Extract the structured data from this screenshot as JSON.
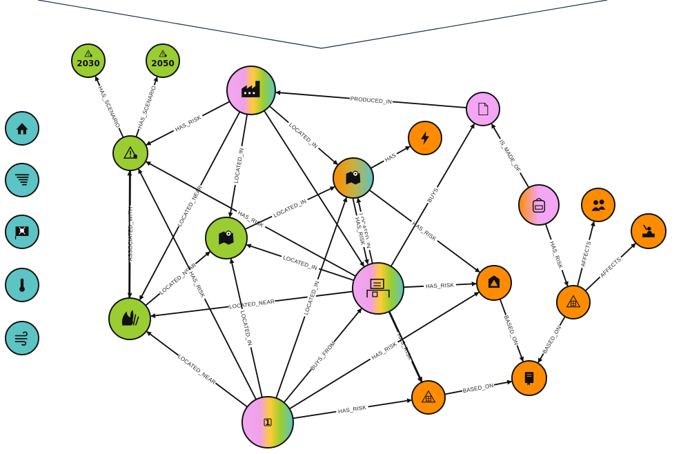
{
  "legend": [
    {
      "id": "flood",
      "icon": "house-flood-icon"
    },
    {
      "id": "storm",
      "icon": "tornado-icon"
    },
    {
      "id": "piracy",
      "icon": "pirate-flag-icon"
    },
    {
      "id": "heat",
      "icon": "thermometer-icon"
    },
    {
      "id": "wind",
      "icon": "wind-icon"
    }
  ],
  "colors": {
    "green": "#9acd32",
    "orange": "#ff8c00",
    "pink": "#f3a6f3",
    "legend": "#5cc4c4"
  },
  "nodes": [
    {
      "id": "s2030",
      "fill": "green",
      "icon": "warning-small-icon",
      "label": "2030"
    },
    {
      "id": "s2050",
      "fill": "green",
      "icon": "warning-small-icon",
      "label": "2050"
    },
    {
      "id": "risk",
      "fill": "green",
      "icon": "warning-euro-icon"
    },
    {
      "id": "wildfire",
      "fill": "green",
      "icon": "wildfire-icon"
    },
    {
      "id": "area",
      "fill": "green",
      "icon": "map-pin-region-icon"
    },
    {
      "id": "factory",
      "fill": "rainbow",
      "icon": "factory-icon"
    },
    {
      "id": "region",
      "fill": "teal-orange",
      "icon": "map-location-icon"
    },
    {
      "id": "energy",
      "fill": "orange",
      "icon": "lightning-icon"
    },
    {
      "id": "doc",
      "fill": "pink",
      "icon": "document-icon"
    },
    {
      "id": "backpack",
      "fill": "pink-orange",
      "icon": "backpack-icon"
    },
    {
      "id": "supplier",
      "fill": "rainbow",
      "icon": "supplier-computer-icon"
    },
    {
      "id": "company",
      "fill": "rainbow",
      "icon": "company-one-icon",
      "label": "1"
    },
    {
      "id": "r1",
      "fill": "orange",
      "icon": "risk-warning-icon"
    },
    {
      "id": "r2",
      "fill": "orange",
      "icon": "risk-building-icon"
    },
    {
      "id": "r3",
      "fill": "orange",
      "icon": "risk-building-icon"
    },
    {
      "id": "people",
      "fill": "orange",
      "icon": "people-icon"
    },
    {
      "id": "worker",
      "fill": "orange",
      "icon": "worker-icon"
    },
    {
      "id": "book",
      "fill": "orange",
      "icon": "book-icon"
    }
  ],
  "edges": [
    {
      "from": "risk",
      "to": "s2030",
      "label": "HAS_SCENARIO"
    },
    {
      "from": "risk",
      "to": "s2050",
      "label": "HAS_SCENARIO"
    },
    {
      "from": "factory",
      "to": "risk",
      "label": "HAS_RISK"
    },
    {
      "from": "doc",
      "to": "factory",
      "label": "PRODUCED_IN"
    },
    {
      "from": "factory",
      "to": "region",
      "label": "LOCATED_IN"
    },
    {
      "from": "factory",
      "to": "wildfire",
      "label": "LOCATED_NEAR"
    },
    {
      "from": "factory",
      "to": "area",
      "label": "LOCATED_IN"
    },
    {
      "from": "factory",
      "to": "supplier",
      "label": ""
    },
    {
      "from": "region",
      "to": "energy",
      "label": "HAS"
    },
    {
      "from": "region",
      "to": "r1",
      "label": "HAS_RISK"
    },
    {
      "from": "backpack",
      "to": "doc",
      "label": "IS_MADE_OF"
    },
    {
      "from": "supplier",
      "to": "doc",
      "label": "BUYS"
    },
    {
      "from": "supplier",
      "to": "risk",
      "label": "HAS_RISK"
    },
    {
      "from": "area",
      "to": "region",
      "label": "LOCATED_IN"
    },
    {
      "from": "supplier",
      "to": "area",
      "label": "LOCATED_IN"
    },
    {
      "from": "supplier",
      "to": "region",
      "label": "LOCATED_IN"
    },
    {
      "from": "supplier",
      "to": "wildfire",
      "label": "LOCATED_NEAR"
    },
    {
      "from": "supplier",
      "to": "r1",
      "label": "HAS_RISK"
    },
    {
      "from": "supplier",
      "to": "r3",
      "label": "HAS_RISK"
    },
    {
      "from": "supplier",
      "to": "r3",
      "label": ""
    },
    {
      "from": "wildfire",
      "to": "area",
      "label": "LOCATED_NEAR"
    },
    {
      "from": "risk",
      "to": "wildfire",
      "label": "ASSOCIATED_WITH"
    },
    {
      "from": "wildfire",
      "to": "risk",
      "label": ""
    },
    {
      "from": "company",
      "to": "risk",
      "label": "HAS_RISK"
    },
    {
      "from": "company",
      "to": "wildfire",
      "label": "LOCATED_NEAR"
    },
    {
      "from": "company",
      "to": "area",
      "label": "LOCATED_IN"
    },
    {
      "from": "company",
      "to": "region",
      "label": "LOCATED_IN"
    },
    {
      "from": "company",
      "to": "supplier",
      "label": "BUYS_FROM"
    },
    {
      "from": "company",
      "to": "r1",
      "label": "HAS_RISK"
    },
    {
      "from": "company",
      "to": "r3",
      "label": "HAS_RISK"
    },
    {
      "from": "region",
      "to": "supplier",
      "label": "HAS_RISK"
    },
    {
      "from": "r1",
      "to": "book",
      "label": "BASED_ON"
    },
    {
      "from": "r3",
      "to": "book",
      "label": "BASED_ON"
    },
    {
      "from": "backpack",
      "to": "r2",
      "label": "HAS_RISK"
    },
    {
      "from": "r2",
      "to": "people",
      "label": "AFFECTS"
    },
    {
      "from": "r2",
      "to": "worker",
      "label": "AFFECTS"
    },
    {
      "from": "r2",
      "to": "book",
      "label": "BASED_ON"
    }
  ]
}
